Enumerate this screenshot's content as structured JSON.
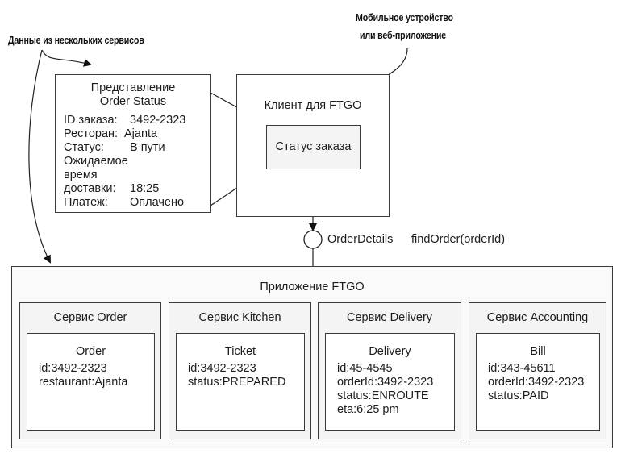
{
  "callouts": {
    "multi_service": "Данные из нескольких сервисов",
    "mobile_line1": "Мобильное устройство",
    "mobile_line2": "или веб-приложение"
  },
  "order_status_view": {
    "title_line1": "Представление",
    "title_line2": "Order Status",
    "fields": [
      {
        "label": "ID заказа:",
        "value": "3492-2323"
      },
      {
        "label": "Ресторан:",
        "value": "Ajanta"
      },
      {
        "label": "Статус:",
        "value": "В пути"
      },
      {
        "label": "Ожидаемое",
        "value": ""
      },
      {
        "label": "время",
        "value": ""
      },
      {
        "label": "доставки:",
        "value": "18:25"
      },
      {
        "label": "Платеж:",
        "value": "Оплачено"
      }
    ]
  },
  "client": {
    "title": "Клиент для FTGO",
    "screen": "Статус заказа"
  },
  "interface": {
    "name": "OrderDetails",
    "method": "findOrder(orderId)"
  },
  "application": {
    "title": "Приложение FTGO",
    "services": [
      {
        "name": "Сервис Order",
        "entity": "Order",
        "attrs": [
          "id:3492-2323",
          "restaurant:Ajanta"
        ]
      },
      {
        "name": "Сервис Kitchen",
        "entity": "Ticket",
        "attrs": [
          "id:3492-2323",
          "status:PREPARED"
        ]
      },
      {
        "name": "Сервис Delivery",
        "entity": "Delivery",
        "attrs": [
          "id:45-4545",
          "orderId:3492-2323",
          "status:ENROUTE",
          "eta:6:25 pm"
        ]
      },
      {
        "name": "Сервис Accounting",
        "entity": "Bill",
        "attrs": [
          "id:343-45611",
          "orderId:3492-2323",
          "status:PAID"
        ]
      }
    ]
  }
}
